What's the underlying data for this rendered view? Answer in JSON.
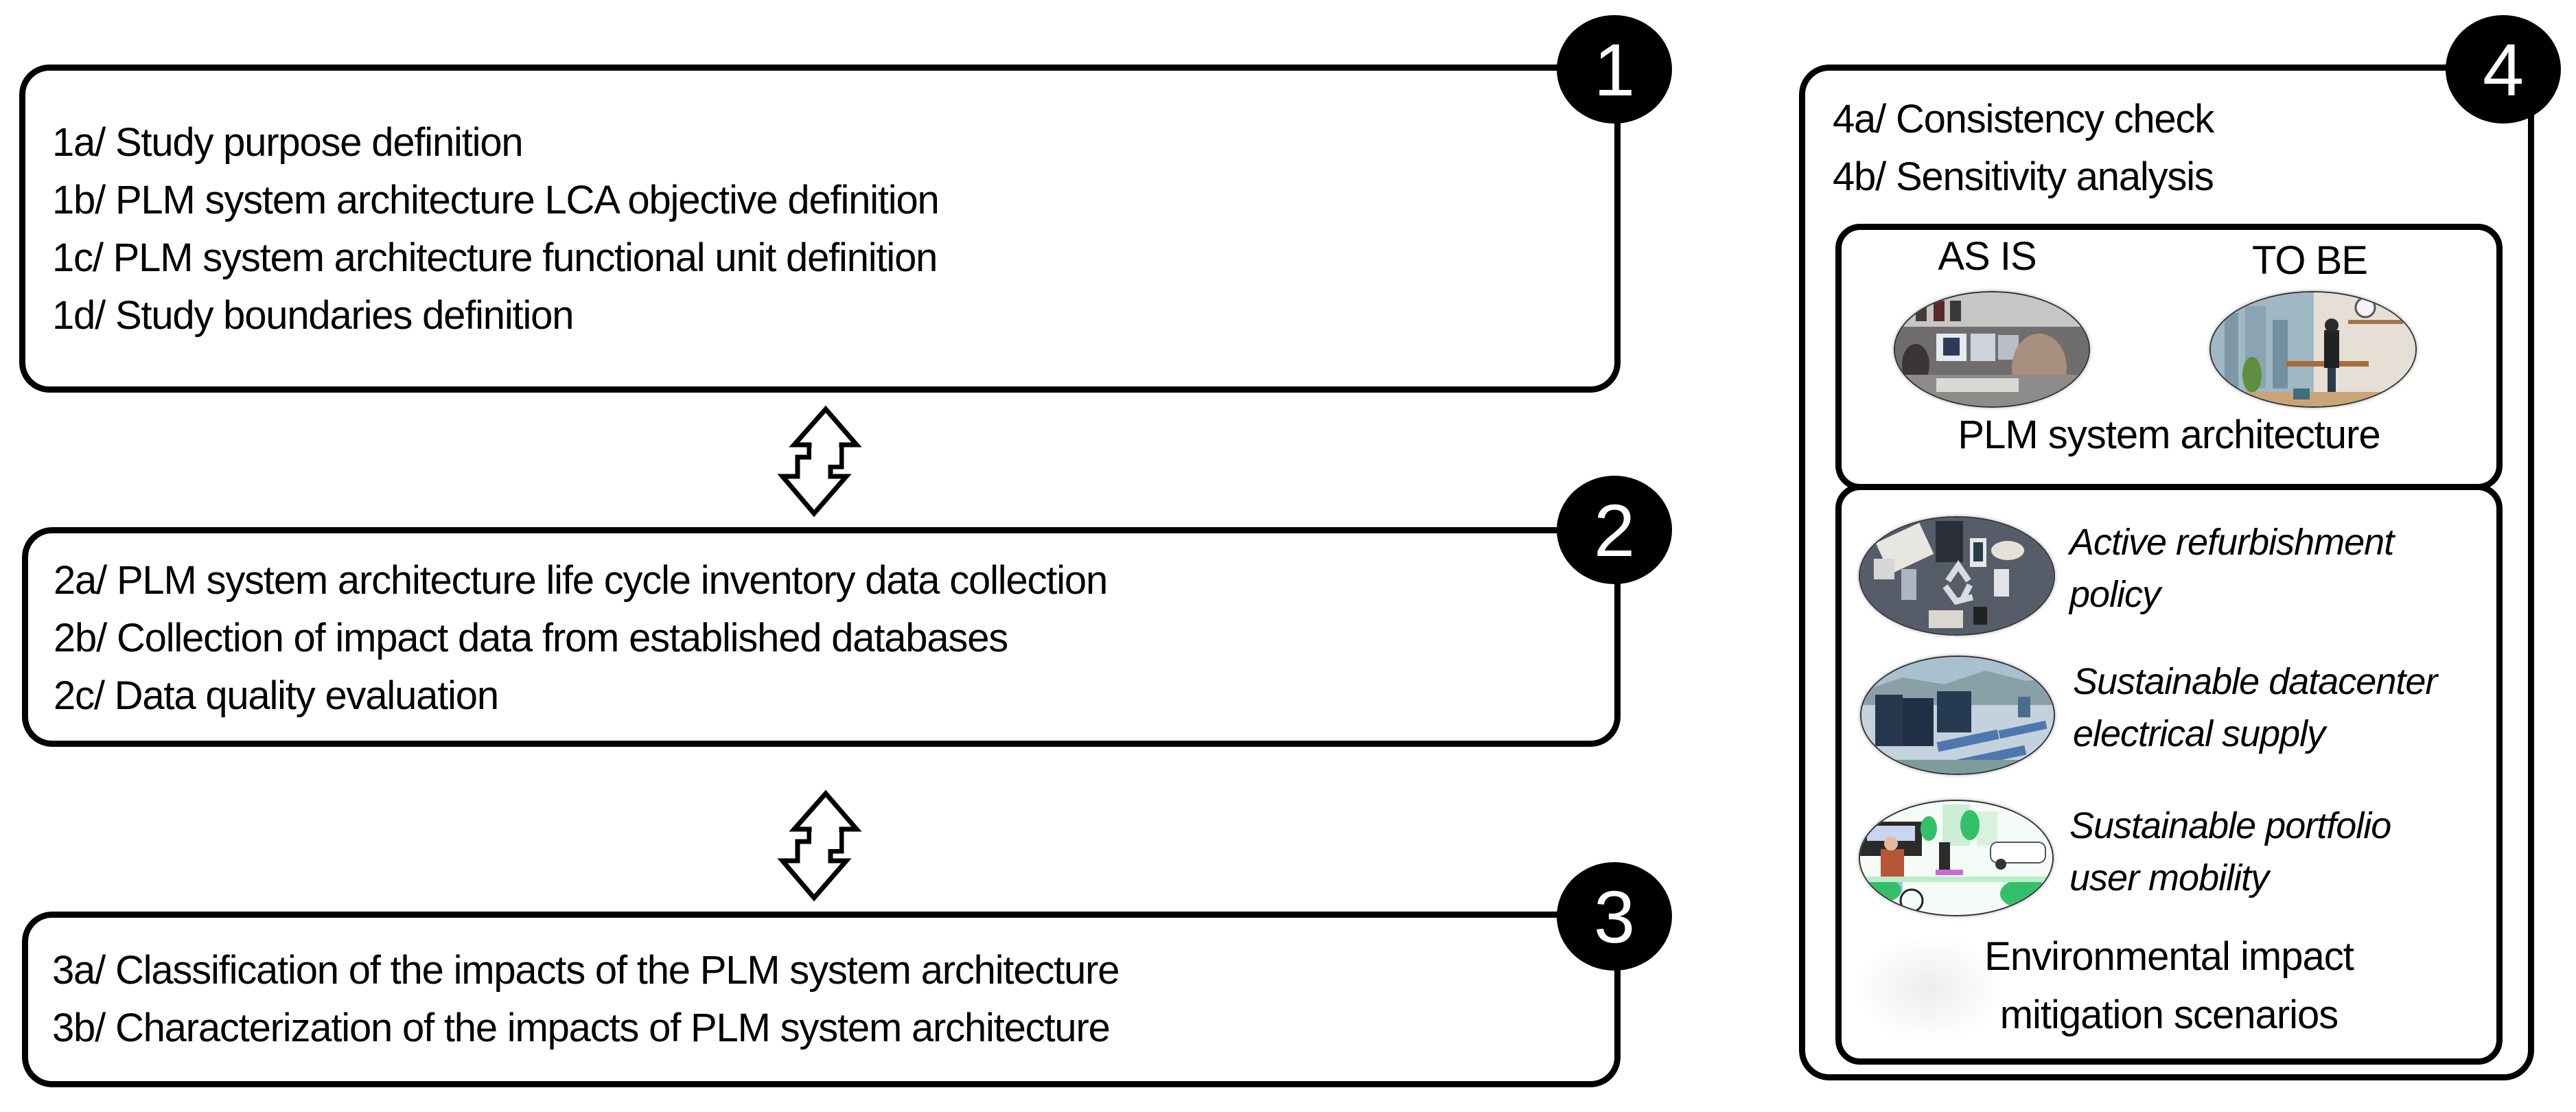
{
  "steps": [
    {
      "number": "1",
      "items": [
        "1a/ Study purpose definition",
        "1b/ PLM system architecture LCA objective definition",
        "1c/ PLM system architecture functional unit definition",
        "1d/ Study boundaries definition"
      ]
    },
    {
      "number": "2",
      "items": [
        "2a/ PLM system architecture life cycle inventory data collection",
        "2b/ Collection of impact data from established databases",
        "2c/ Data quality evaluation"
      ]
    },
    {
      "number": "3",
      "items": [
        "3a/ Classification of the impacts of the PLM system architecture",
        "3b/ Characterization of the impacts of PLM system architecture"
      ]
    },
    {
      "number": "4",
      "items": [
        "4a/ Consistency check",
        "4b/ Sensitivity analysis"
      ],
      "architecture": {
        "as_is_label": "AS IS",
        "to_be_label": "TO BE",
        "as_is_image": "office-team-image",
        "to_be_image": "remote-worker-image",
        "caption": "PLM system architecture"
      },
      "mitigation": {
        "scenarios": [
          {
            "line1": "Active refurbishment",
            "line2": "policy",
            "image": "recycled-electronics-image"
          },
          {
            "line1": "Sustainable datacenter",
            "line2": "electrical supply",
            "image": "solar-datacenter-image"
          },
          {
            "line1": "Sustainable portfolio",
            "line2": "user mobility",
            "image": "green-mobility-image"
          }
        ],
        "caption_line1": "Environmental impact",
        "caption_line2": "mitigation scenarios"
      }
    }
  ],
  "connectors": [
    {
      "from": "1",
      "to": "2",
      "icon": "bidirectional-arrow-icon"
    },
    {
      "from": "2",
      "to": "3",
      "icon": "bidirectional-arrow-icon"
    }
  ],
  "colors": {
    "border": "#000000",
    "badge_bg": "#000000",
    "badge_text": "#ffffff",
    "background": "#ffffff"
  }
}
